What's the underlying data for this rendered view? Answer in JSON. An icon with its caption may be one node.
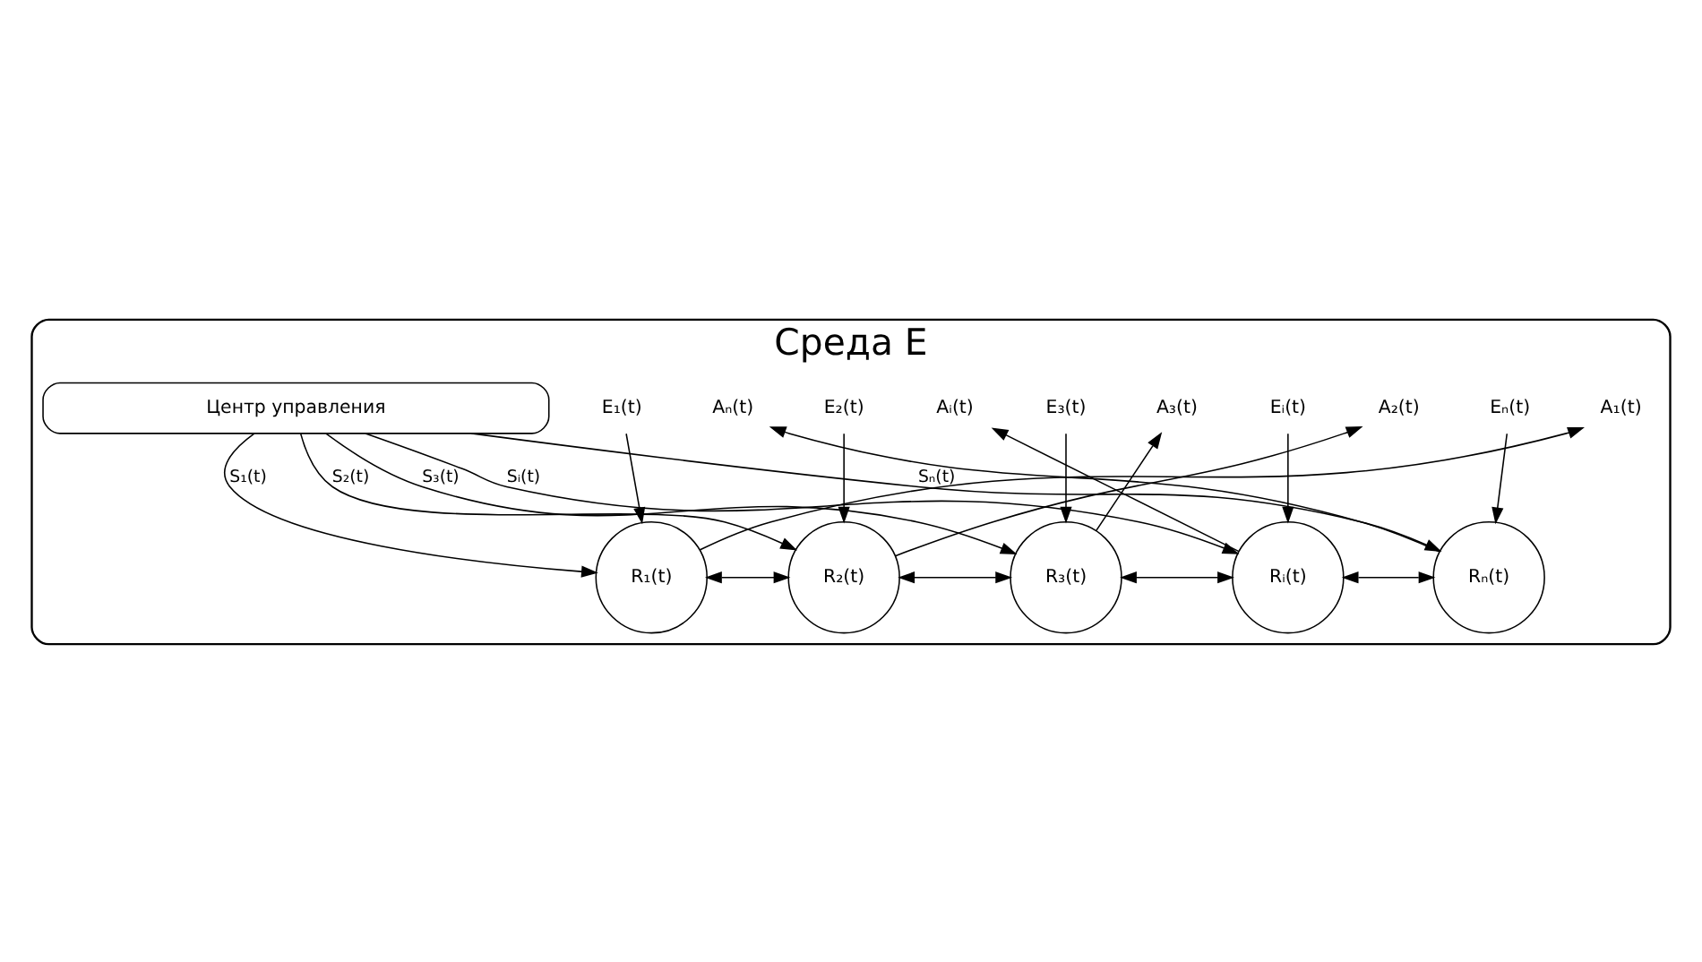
{
  "diagram": {
    "nodes": [
      {
        "text": [
          "Среда E"
        ]
      },
      {
        "text": [
          "A₁(t)"
        ],
        "in": 0
      },
      {
        "text": [
          "E₁(t)"
        ],
        "in": 0
      },
      {
        "text": [
          "A₂(t)"
        ],
        "in": 0
      },
      {
        "text": [
          "E₂(t)"
        ],
        "in": 0
      },
      {
        "text": [
          "A₃(t)"
        ],
        "in": 0
      },
      {
        "text": [
          "E₃(t)"
        ],
        "in": 0
      },
      {
        "text": [
          "Aᵢ(t)"
        ],
        "in": 0
      },
      {
        "text": [
          "Eᵢ(t)"
        ],
        "in": 0
      },
      {
        "text": [
          "Aₙ(t)"
        ],
        "in": 0
      },
      {
        "text": [
          "Eₙ(t)"
        ],
        "in": 0
      },
      {
        "text": [
          "R₁(t)"
        ],
        "in": 0
      },
      {
        "text": [
          "R₂(t)"
        ],
        "in": 0
      },
      {
        "text": [
          "R₃(t)"
        ],
        "in": 0
      },
      {
        "text": [
          "Rᵢ(t)"
        ],
        "in": 0
      },
      {
        "text": [
          "Rₙ(t)"
        ],
        "in": 0
      },
      {
        "text": [
          "Центр управления"
        ],
        "in": 0
      }
    ],
    "edges": [
      {
        "from": 11,
        "to": 1,
        "arrow": "to"
      },
      {
        "from": 2,
        "to": 11,
        "arrow": "to"
      },
      {
        "from": 12,
        "to": 3,
        "arrow": "to"
      },
      {
        "from": 4,
        "to": 12,
        "arrow": "to"
      },
      {
        "from": 13,
        "to": 5,
        "arrow": "to"
      },
      {
        "from": 6,
        "to": 13,
        "arrow": "to"
      },
      {
        "from": 14,
        "to": 7,
        "arrow": "to"
      },
      {
        "from": 8,
        "to": 14,
        "arrow": "to"
      },
      {
        "from": 15,
        "to": 9,
        "arrow": "to"
      },
      {
        "from": 10,
        "to": 15,
        "arrow": "to"
      },
      {
        "from": 11,
        "to": 12,
        "arrow": "both"
      },
      {
        "from": 12,
        "to": 13,
        "arrow": "both"
      },
      {
        "from": 13,
        "to": 14,
        "arrow": "both"
      },
      {
        "from": 14,
        "to": 15,
        "arrow": "both"
      },
      {
        "from": 16,
        "to": 11,
        "arrow": "to",
        "label": "S₁(t)"
      },
      {
        "from": 16,
        "to": 12,
        "arrow": "to",
        "label": "S₂(t)"
      },
      {
        "from": 16,
        "to": 13,
        "arrow": "to",
        "label": "S₃(t)"
      },
      {
        "from": 16,
        "to": 14,
        "arrow": "to",
        "label": "Sᵢ(t)"
      },
      {
        "from": 16,
        "to": 15,
        "arrow": "to",
        "label": "Sₙ(t)"
      }
    ]
  }
}
